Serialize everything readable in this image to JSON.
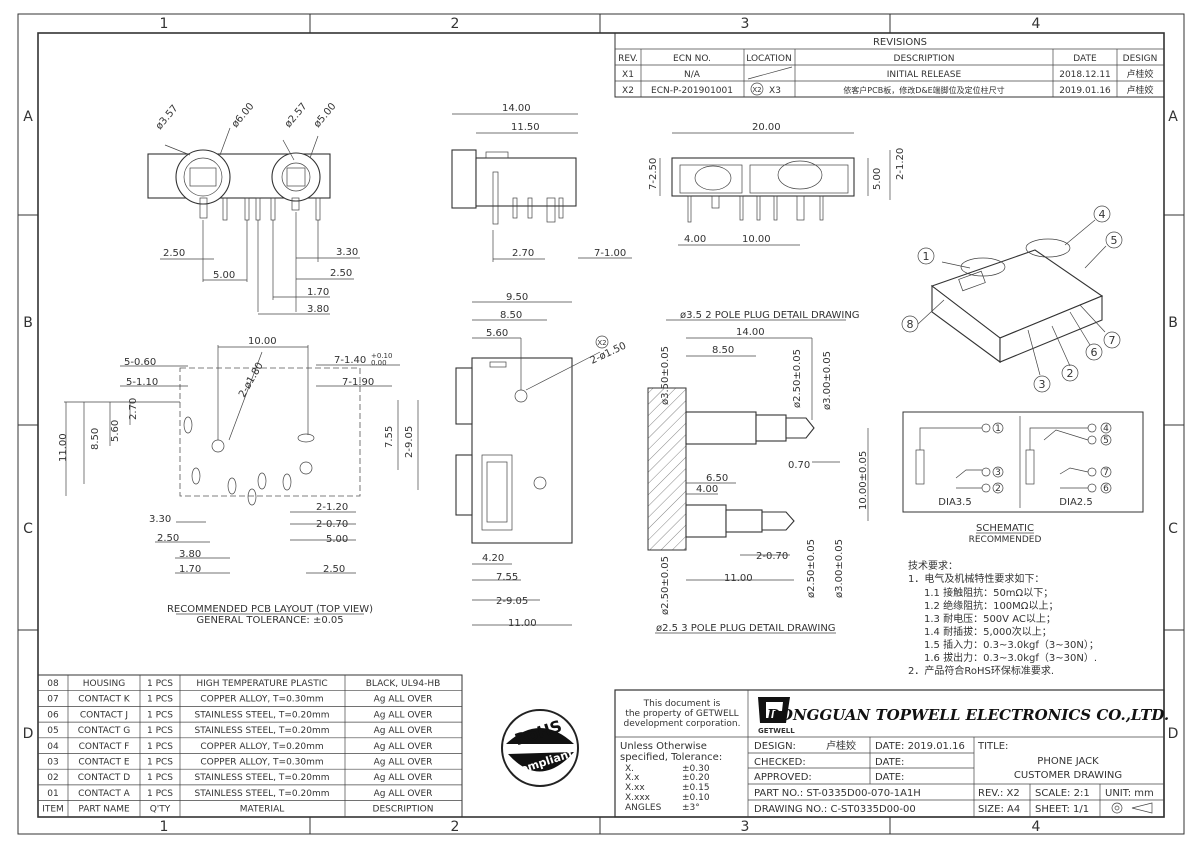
{
  "grid": {
    "cols": [
      "1",
      "2",
      "3",
      "4"
    ],
    "rows": [
      "A",
      "B",
      "C",
      "D"
    ]
  },
  "revisions": {
    "title": "REVISIONS",
    "headers": [
      "REV.",
      "ECN NO.",
      "LOCATION",
      "DESCRIPTION",
      "DATE",
      "DESIGN"
    ],
    "rows": [
      [
        "X1",
        "N/A",
        "",
        "INITIAL RELEASE",
        "2018.12.11",
        "卢桂姣"
      ],
      [
        "X2",
        "ECN-P-201901001",
        "X3",
        "依客户PCB板，修改D&E端脚位及定位柱尺寸",
        "2019.01.16",
        "卢桂姣"
      ]
    ],
    "x2_marker": "X2"
  },
  "views": {
    "front_dims": [
      "ø3.57",
      "ø6.00",
      "ø2.57",
      "ø5.00",
      "2.50",
      "3.30",
      "5.00",
      "2.50",
      "1.70",
      "3.80"
    ],
    "side_dims": [
      "14.00",
      "11.50",
      "2.70",
      "7-1.00"
    ],
    "top_dims": [
      "20.00",
      "7-2.50",
      "5.00",
      "2-1.20",
      "4.00",
      "10.00"
    ],
    "iso_callouts": [
      "1",
      "2",
      "3",
      "4",
      "5",
      "6",
      "7",
      "8"
    ]
  },
  "pcb": {
    "dims": [
      "10.00",
      "5-0.60",
      "5-1.10",
      "2-ø1.80",
      "7-1.40",
      "+0.10",
      "0.00",
      "7-1.90",
      "2.70",
      "5.60",
      "8.50",
      "11.00",
      "7.55",
      "2-9.05",
      "3.30",
      "2-1.20",
      "2-0.70",
      "5.00",
      "2.50",
      "3.80",
      "1.70",
      "2.50"
    ],
    "caption": "RECOMMENDED PCB LAYOUT (TOP VIEW)",
    "tolerance": "GENERAL TOLERANCE: ±0.05"
  },
  "bottom_view": {
    "dims": [
      "9.50",
      "8.50",
      "5.60",
      "2-ø1.50",
      "X2",
      "4.20",
      "7.55",
      "2-9.05",
      "11.00"
    ]
  },
  "plug35": {
    "title": "ø3.5 2 POLE PLUG DETAIL DRAWING",
    "dims": [
      "14.00",
      "8.50",
      "ø3.50±0.05",
      "ø2.50±0.05",
      "ø3.00±0.05",
      "0.70",
      "10.00±0.05"
    ]
  },
  "plug25": {
    "title": "ø2.5 3 POLE PLUG DETAIL DRAWING",
    "dims": [
      "6.50",
      "4.00",
      "2-0.70",
      "11.00",
      "ø2.50±0.05",
      "ø2.50±0.05",
      "ø3.00±0.05"
    ]
  },
  "schematic": {
    "title": "SCHEMATIC",
    "subtitle": "RECOMMENDED",
    "left_label": "DIA3.5",
    "right_label": "DIA2.5",
    "left_pins": [
      "1",
      "3",
      "2"
    ],
    "right_pins": [
      "4",
      "5",
      "7",
      "6"
    ]
  },
  "tech": {
    "title": "技术要求：",
    "lines": [
      "1．电气及机械特性要求如下：",
      "1.1  接触阻抗：50mΩ以下；",
      "1.2  绝缘阻抗：100MΩ以上；",
      "1.3  耐电压：500V  AC以上；",
      "1.4  耐插拔：5,000次以上；",
      "1.5  插入力：0.3~3.0kgf（3~30N）；",
      "1.6  拔出力：0.3~3.0kgf（3~30N）.",
      "2．产品符合RoHS环保标准要求."
    ]
  },
  "bom": {
    "headers": [
      "ITEM",
      "PART NAME",
      "Q'TY",
      "MATERIAL",
      "DESCRIPTION"
    ],
    "rows": [
      [
        "08",
        "HOUSING",
        "1 PCS",
        "HIGH TEMPERATURE PLASTIC",
        "BLACK, UL94-HB"
      ],
      [
        "07",
        "CONTACT K",
        "1 PCS",
        "COPPER ALLOY, T=0.30mm",
        "Ag  ALL  OVER"
      ],
      [
        "06",
        "CONTACT J",
        "1 PCS",
        "STAINLESS STEEL, T=0.20mm",
        "Ag  ALL  OVER"
      ],
      [
        "05",
        "CONTACT G",
        "1 PCS",
        "STAINLESS STEEL, T=0.20mm",
        "Ag  ALL  OVER"
      ],
      [
        "04",
        "CONTACT F",
        "1 PCS",
        "COPPER ALLOY, T=0.20mm",
        "Ag  ALL  OVER"
      ],
      [
        "03",
        "CONTACT E",
        "1 PCS",
        "COPPER ALLOY, T=0.30mm",
        "Ag  ALL  OVER"
      ],
      [
        "02",
        "CONTACT D",
        "1 PCS",
        "STAINLESS STEEL, T=0.20mm",
        "Ag  ALL  OVER"
      ],
      [
        "01",
        "CONTACT A",
        "1 PCS",
        "STAINLESS STEEL, T=0.20mm",
        "Ag  ALL  OVER"
      ]
    ]
  },
  "rohs": {
    "top": "RoHS",
    "bottom": "Compliant"
  },
  "titleblock": {
    "property": [
      "This document is",
      "the property of GETWELL",
      "development corporation."
    ],
    "company": "DONGGUAN TOPWELL ELECTRONICS CO.,LTD.",
    "logo_text": "GETWELL",
    "tolerance_head": [
      "Unless Otherwise",
      "specified, Tolerance:"
    ],
    "tolerances": [
      [
        "X.",
        "±0.30"
      ],
      [
        "X.x",
        "±0.20"
      ],
      [
        "X.xx",
        "±0.15"
      ],
      [
        "X.xxx",
        "±0.10"
      ],
      [
        "ANGLES",
        "±3°"
      ]
    ],
    "design_label": "DESIGN:",
    "design_name": "卢桂姣",
    "checked_label": "CHECKED:",
    "approved_label": "APPROVED:",
    "date_label": "DATE:",
    "design_date": "DATE: 2019.01.16",
    "title_label": "TITLE:",
    "title_lines": [
      "PHONE JACK",
      "CUSTOMER DRAWING"
    ],
    "part_no": "PART NO.: ST-0335D00-070-1A1H",
    "drawing_no": "DRAWING NO.: C-ST0335D00-00",
    "rev": "REV.: X2",
    "scale": "SCALE: 2:1",
    "unit": "UNIT: mm",
    "size": "SIZE: A4",
    "sheet": "SHEET: 1/1"
  }
}
